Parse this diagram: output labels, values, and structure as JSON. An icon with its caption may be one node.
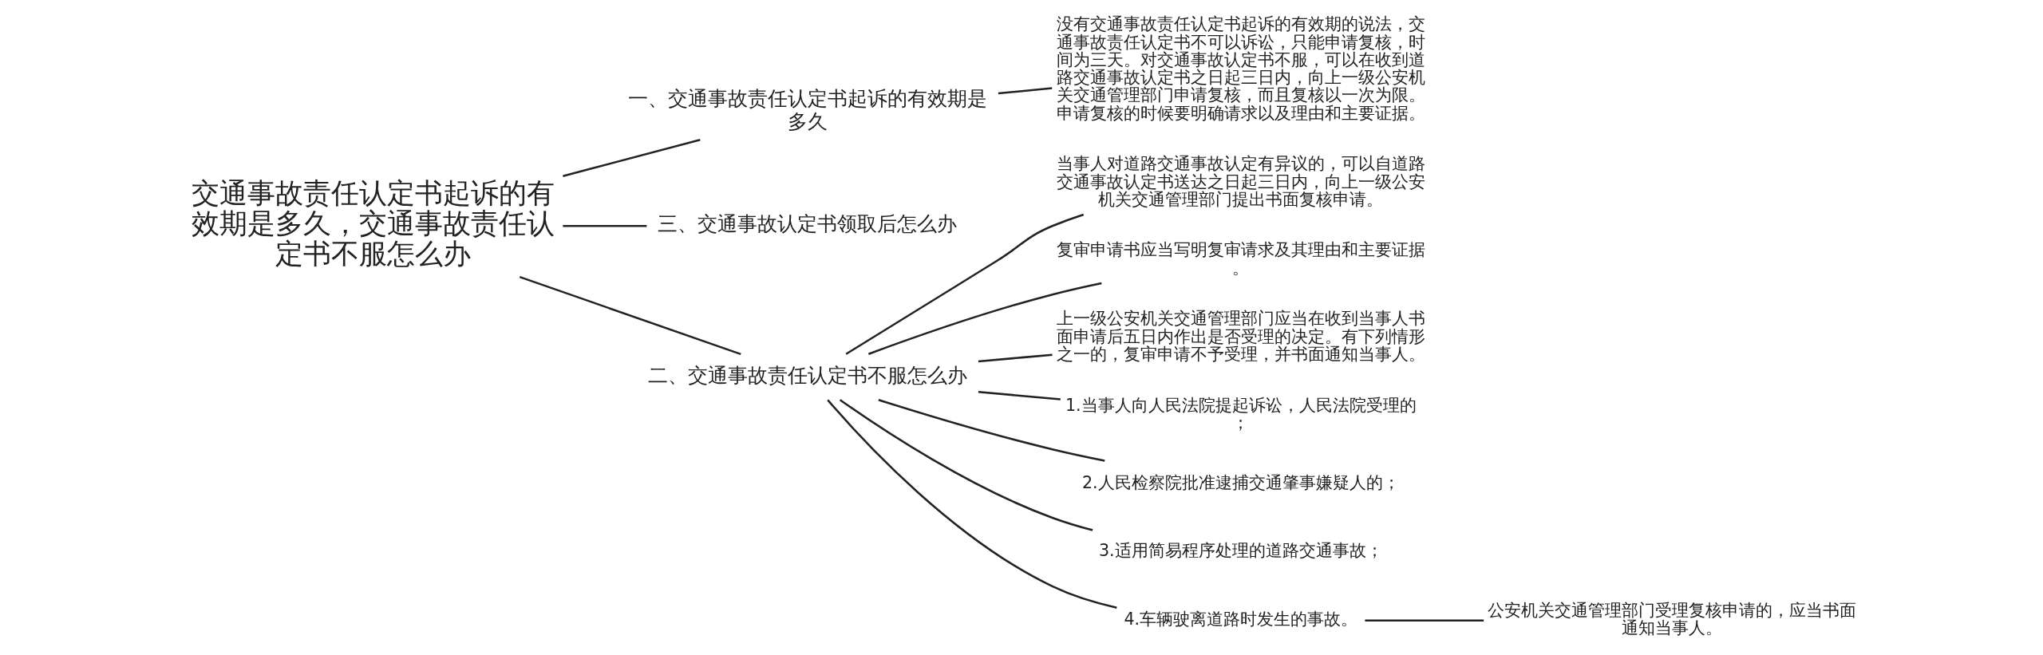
{
  "diagram": {
    "nodes": [
      {
        "text": [
          "交通事故责任认定书起诉的有效期是多久，交通事故责任认定书不服怎么办"
        ]
      },
      {
        "text": [
          "一、交通事故责任认定书起诉的有效期是多久"
        ]
      },
      {
        "text": [
          "没有交通事故责任认定书起诉的有效期的说法，交通事故责任认定书不可以诉讼，只能申请复核，时间为三天。对交通事故认定书不服，可以在收到道路交通事故认定书之日起三日内，向上一级公安机关交通管理部门申请复核，而且复核以一次为限。申请复核的时候要明确请求以及理由和主要证据。"
        ]
      },
      {
        "text": [
          "三、交通事故认定书领取后怎么办"
        ]
      },
      {
        "text": [
          "二、交通事故责任认定书不服怎么办"
        ]
      },
      {
        "text": [
          "当事人对道路交通事故认定有异议的，可以自道路交通事故认定书送达之日起三日内，向上一级公安机关交通管理部门提出书面复核申请。"
        ]
      },
      {
        "text": [
          "复审申请书应当写明复审请求及其理由和主要证据。"
        ]
      },
      {
        "text": [
          "上一级公安机关交通管理部门应当在收到当事人书面申请后五日内作出是否受理的决定。有下列情形之一的，复审申请不予受理，并书面通知当事人。"
        ]
      },
      {
        "text": [
          "1.当事人向人民法院提起诉讼，人民法院受理的；"
        ]
      },
      {
        "text": [
          "2.人民检察院批准逮捕交通肇事嫌疑人的；"
        ]
      },
      {
        "text": [
          "3.适用简易程序处理的道路交通事故；"
        ]
      },
      {
        "text": [
          "4.车辆驶离道路时发生的事故。"
        ]
      },
      {
        "text": [
          "公安机关交通管理部门受理复核申请的，应当书面通知当事人。"
        ]
      }
    ],
    "edges": [
      {
        "from": 0,
        "to": 1,
        "arrow": "none"
      },
      {
        "from": 1,
        "to": 2,
        "arrow": "none"
      },
      {
        "from": 0,
        "to": 3,
        "arrow": "none"
      },
      {
        "from": 0,
        "to": 4,
        "arrow": "none"
      },
      {
        "from": 4,
        "to": 5,
        "arrow": "none"
      },
      {
        "from": 4,
        "to": 6,
        "arrow": "none"
      },
      {
        "from": 4,
        "to": 7,
        "arrow": "none"
      },
      {
        "from": 4,
        "to": 8,
        "arrow": "none"
      },
      {
        "from": 4,
        "to": 9,
        "arrow": "none"
      },
      {
        "from": 4,
        "to": 10,
        "arrow": "none"
      },
      {
        "from": 4,
        "to": 11,
        "arrow": "none"
      },
      {
        "from": 11,
        "to": 12,
        "arrow": "none"
      }
    ]
  }
}
